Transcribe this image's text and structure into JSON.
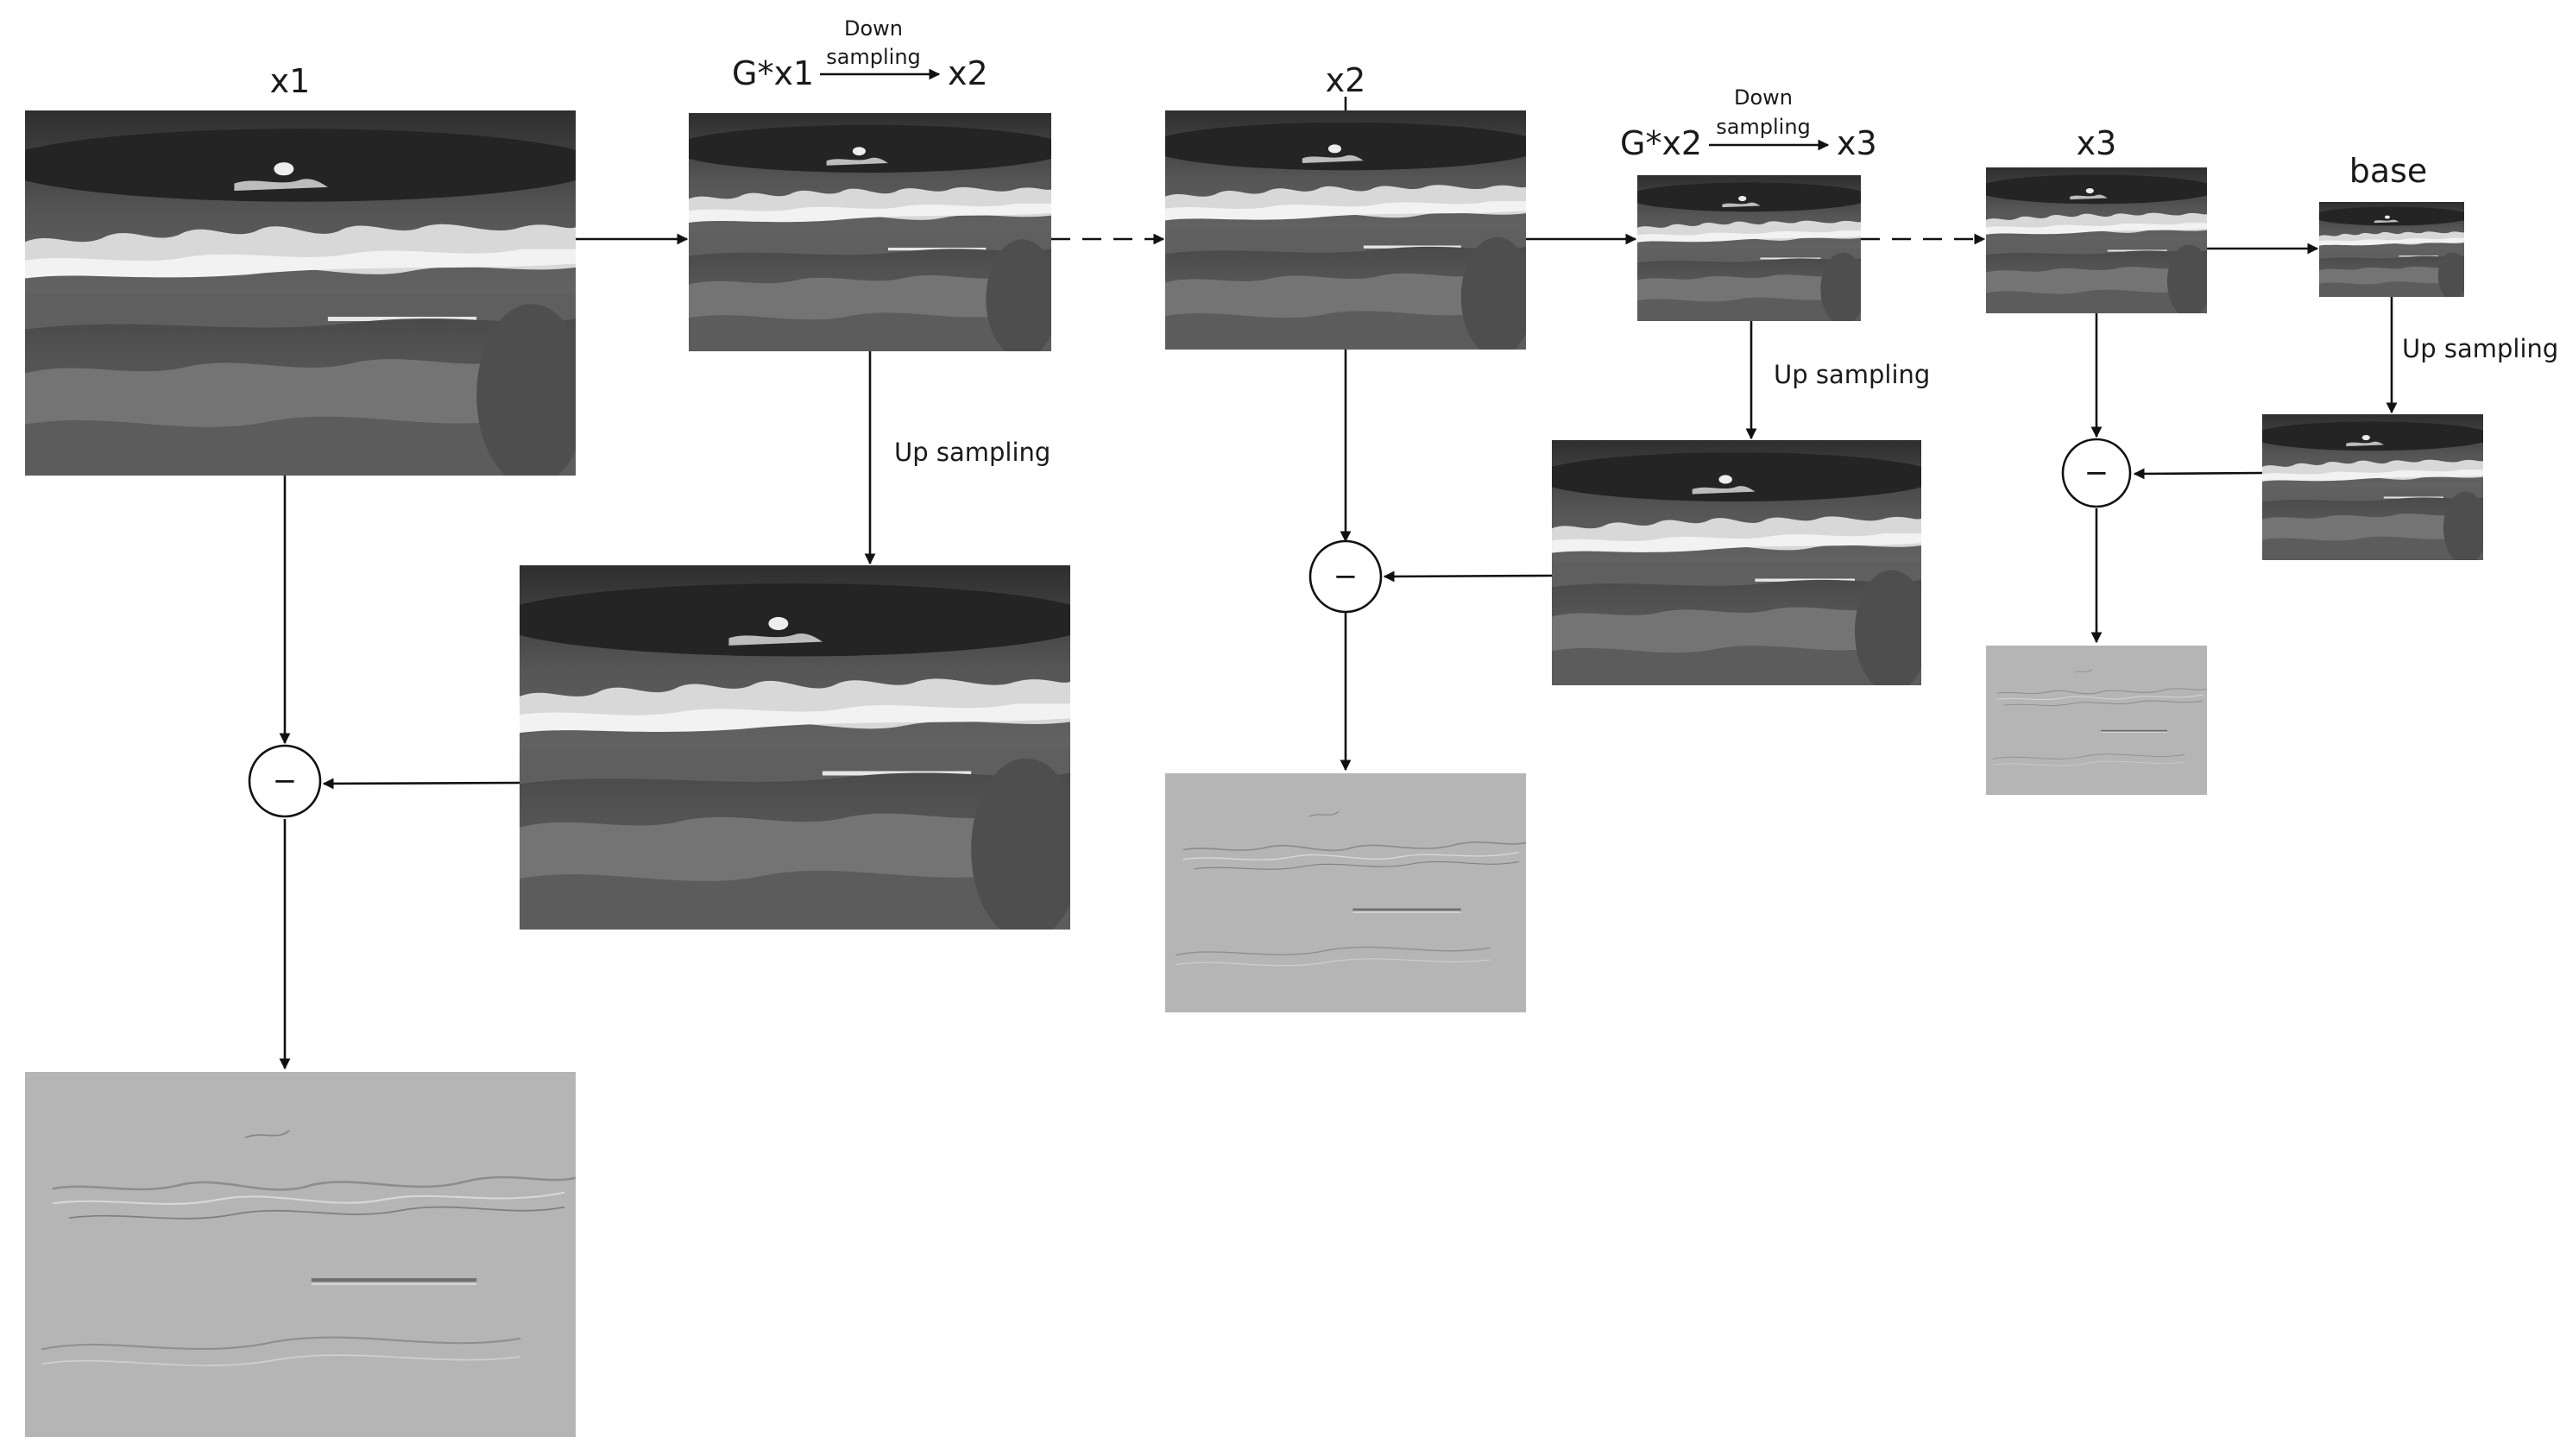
{
  "labels": {
    "x1": "x1",
    "g_x1": "G*x1",
    "down1": "Down",
    "down1b": "sampling",
    "x2_out": "x2",
    "x2": "x2",
    "g_x2": "G*x2",
    "down2": "Down",
    "down2b": "sampling",
    "x3_out": "x3",
    "x3": "x3",
    "base": "base",
    "up1": "Up sampling",
    "up2": "Up sampling",
    "up3": "Up sampling",
    "minus": "−"
  },
  "colors": {
    "sky": "#3f3f3f",
    "cloud": "#d9d9d9",
    "land": "#5a5a5a",
    "residual": "#b5b5b5",
    "stroke": "#111111"
  }
}
